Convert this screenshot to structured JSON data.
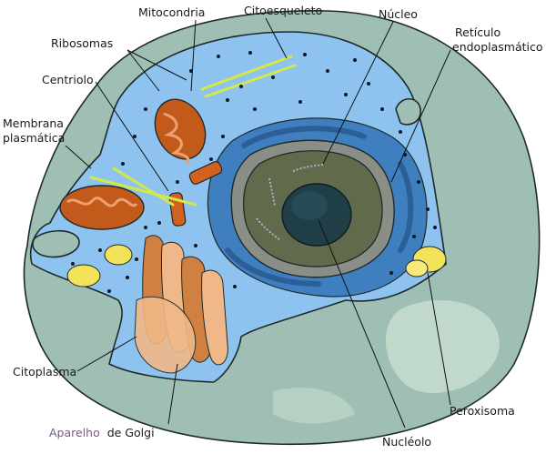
{
  "labels": {
    "mitocondria": "Mitocondria",
    "citoesqueleto": "Citoesqueleto",
    "nucleo": "Núcleo",
    "reticulo_line1": "Retículo",
    "reticulo_line2": "endoplasmático",
    "ribosomas": "Ribosomas",
    "centriolo": "Centriolo",
    "membrana_line1": "Membrana",
    "membrana_line2": "plasmática",
    "citoplasma": "Citoplasma",
    "aparelho": "Aparelho",
    "de_golgi": "de Golgi",
    "nucleolo": "Nucléolo",
    "peroxisoma": "Peroxisoma"
  },
  "colors": {
    "outer_cell": "#9fbfb4",
    "cytoplasm": "#8fc3ef",
    "nuclear_envelope": "#3f7fc0",
    "nucleus": "#616b4c",
    "nucleolus": "#1f3e46",
    "mitochondria": "#c25a1c",
    "golgi": "#f0b888",
    "peroxisome": "#f3e35a",
    "cytoskeleton": "#d4e84a",
    "aparelho_text": "#7a5a8a"
  }
}
